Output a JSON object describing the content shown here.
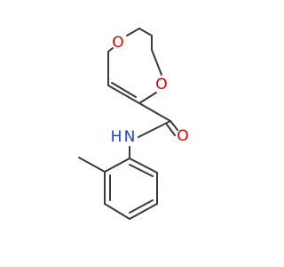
{
  "structure": {
    "atoms": [
      {
        "id": "O1",
        "symbol": "O",
        "color": "#e00000"
      },
      {
        "id": "O2",
        "symbol": "O",
        "color": "#e00000"
      },
      {
        "id": "O3",
        "symbol": "O",
        "color": "#e00000"
      },
      {
        "id": "N1",
        "symbol": "N",
        "color": "#1f3fd6"
      },
      {
        "id": "H1",
        "symbol": "H",
        "color": "#1f3fd6"
      }
    ],
    "colors": {
      "bond": "#3a3a3a",
      "oxygen": "#e00000",
      "nitrogen": "#1f3fd6"
    }
  }
}
